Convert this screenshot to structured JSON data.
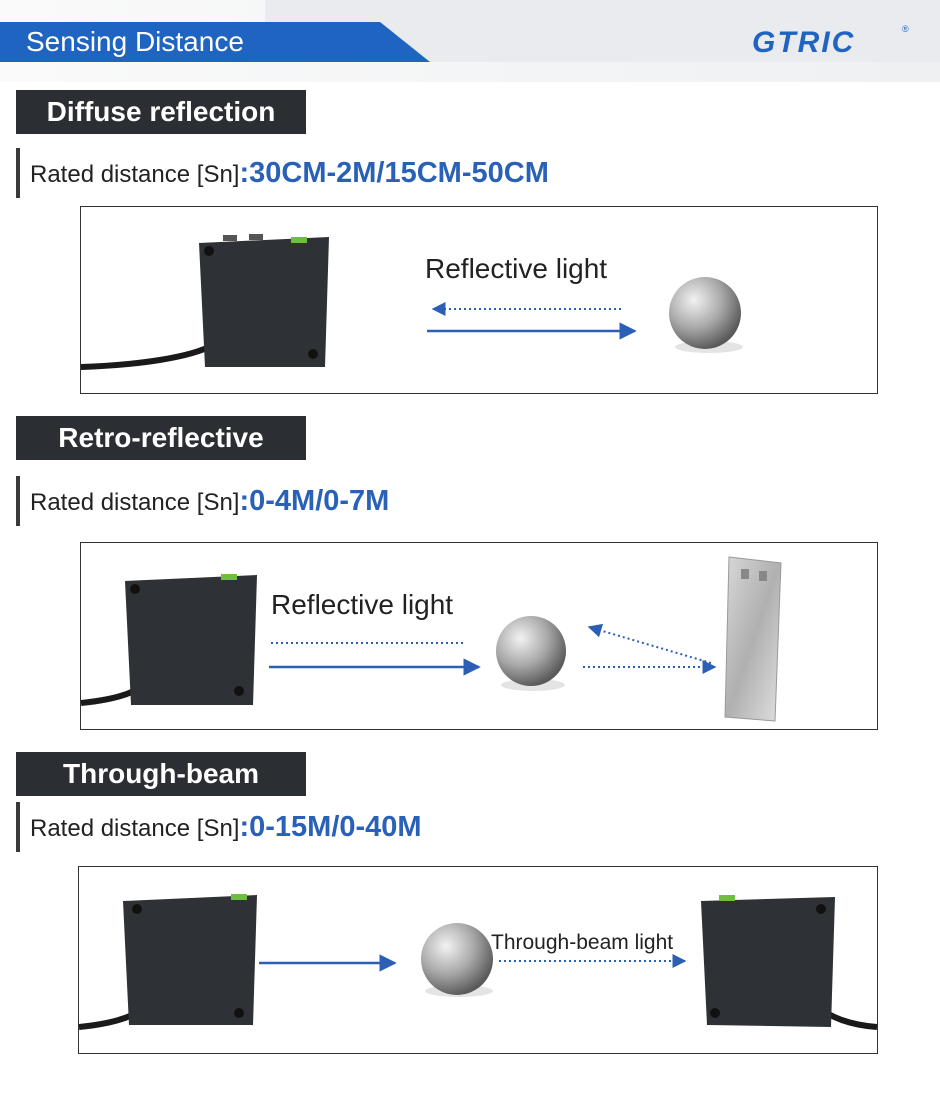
{
  "header": {
    "title": "Sensing Distance",
    "brand": "GTRIC",
    "brand_mark": "®"
  },
  "colors": {
    "accent": "#1f64c0",
    "label_bg": "#2b2f33",
    "value": "#2a61b8"
  },
  "sections": [
    {
      "label": "Diffuse reflection",
      "rated_prefix": "Rated distance [Sn]",
      "rated_value": ":30CM-2M/15CM-50CM",
      "diagram_text": "Reflective light"
    },
    {
      "label": "Retro-reflective",
      "rated_prefix": "Rated distance [Sn]",
      "rated_value": ":0-4M/0-7M",
      "diagram_text": "Reflective light"
    },
    {
      "label": "Through-beam",
      "rated_prefix": "Rated distance [Sn]",
      "rated_value": ":0-15M/0-40M",
      "diagram_text": "Through-beam light"
    }
  ],
  "icons": [
    "sensor-icon",
    "ball-icon",
    "reflector-icon",
    "arrow-icon"
  ]
}
